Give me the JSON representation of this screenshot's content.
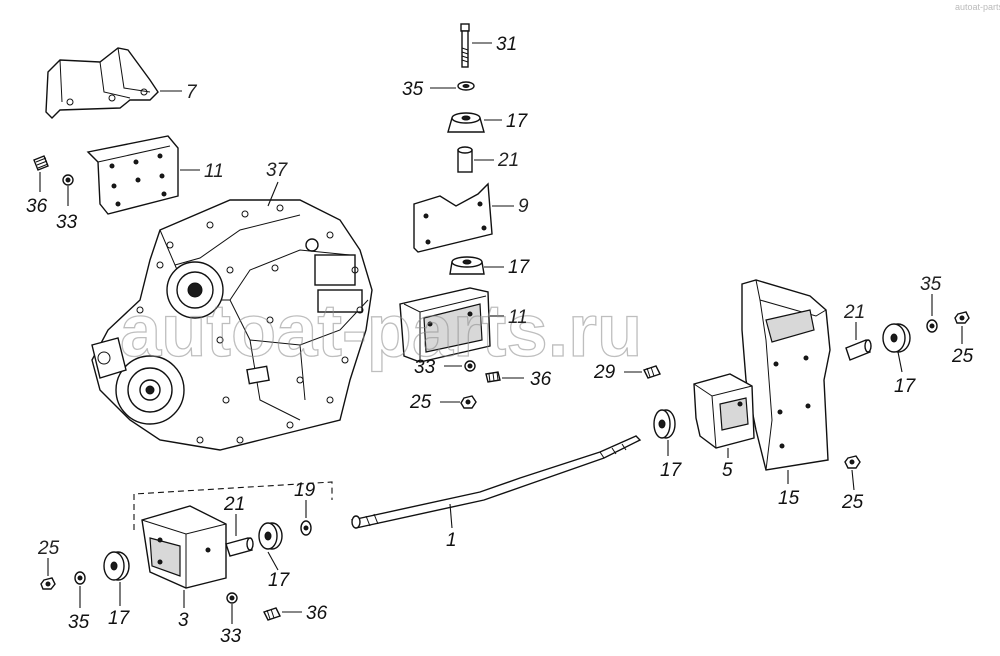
{
  "watermark": "autoat-parts.ru",
  "corner_mark": "autoat-parts.ru",
  "callouts": [
    {
      "id": "c31",
      "text": "31"
    },
    {
      "id": "c35a",
      "text": "35"
    },
    {
      "id": "c17a",
      "text": "17"
    },
    {
      "id": "c21a",
      "text": "21"
    },
    {
      "id": "c9",
      "text": "9"
    },
    {
      "id": "c17b",
      "text": "17"
    },
    {
      "id": "c11b",
      "text": "11"
    },
    {
      "id": "c33b",
      "text": "33"
    },
    {
      "id": "c36b",
      "text": "36"
    },
    {
      "id": "c25b",
      "text": "25"
    },
    {
      "id": "c7",
      "text": "7"
    },
    {
      "id": "c11a",
      "text": "11"
    },
    {
      "id": "c36a",
      "text": "36"
    },
    {
      "id": "c33a",
      "text": "33"
    },
    {
      "id": "c37",
      "text": "37"
    },
    {
      "id": "c35r",
      "text": "35"
    },
    {
      "id": "c21r",
      "text": "21"
    },
    {
      "id": "c25r",
      "text": "25"
    },
    {
      "id": "c17r",
      "text": "17"
    },
    {
      "id": "c29",
      "text": "29"
    },
    {
      "id": "c17m",
      "text": "17"
    },
    {
      "id": "c5",
      "text": "5"
    },
    {
      "id": "c15",
      "text": "15"
    },
    {
      "id": "c25m",
      "text": "25"
    },
    {
      "id": "c1",
      "text": "1"
    },
    {
      "id": "c19",
      "text": "19"
    },
    {
      "id": "c21b",
      "text": "21"
    },
    {
      "id": "c17c",
      "text": "17"
    },
    {
      "id": "c36c",
      "text": "36"
    },
    {
      "id": "c33c",
      "text": "33"
    },
    {
      "id": "c3",
      "text": "3"
    },
    {
      "id": "c17d",
      "text": "17"
    },
    {
      "id": "c35d",
      "text": "35"
    },
    {
      "id": "c25d",
      "text": "25"
    }
  ]
}
